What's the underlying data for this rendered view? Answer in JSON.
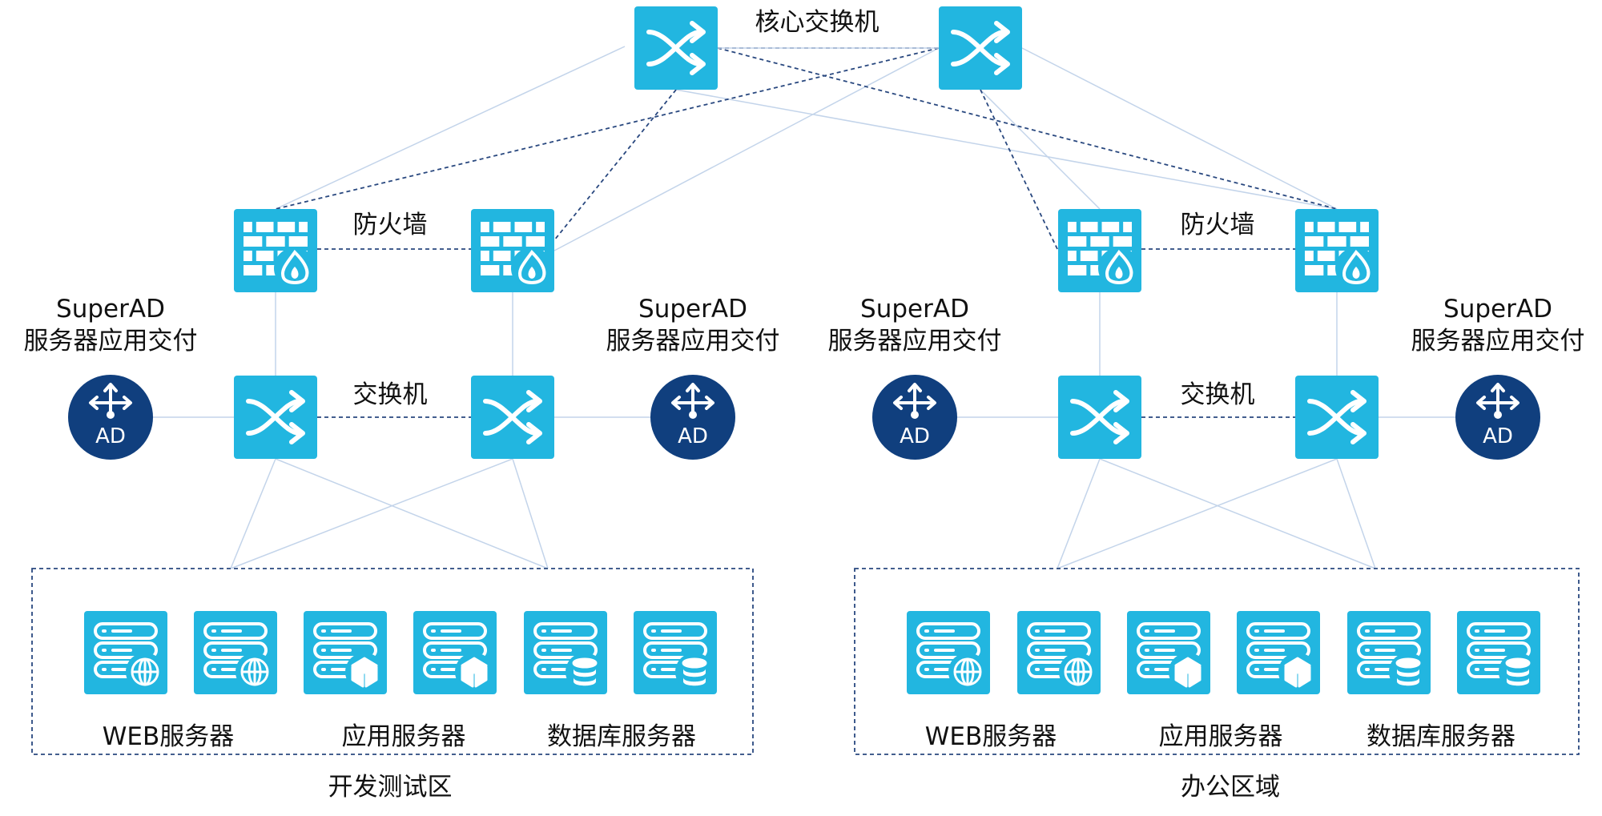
{
  "colors": {
    "device": "#22b6e0",
    "ad_node": "#103f7e",
    "solid_link": "#c3d4ea",
    "dashed_link": "#29487f",
    "zone_border": "#29487f"
  },
  "core": {
    "label": "核心交换机",
    "icon": "switch-icon"
  },
  "left": {
    "firewall_label": "防火墙",
    "switch_label": "交换机",
    "ad_left": {
      "line1": "SuperAD",
      "line2": "服务器应用交付",
      "badge": "AD"
    },
    "ad_right": {
      "line1": "SuperAD",
      "line2": "服务器应用交付",
      "badge": "AD"
    },
    "servers": [
      {
        "icon": "globe-icon"
      },
      {
        "icon": "globe-icon"
      },
      {
        "icon": "cube-icon"
      },
      {
        "icon": "cube-icon"
      },
      {
        "icon": "database-icon"
      },
      {
        "icon": "database-icon"
      }
    ],
    "group_labels": [
      "WEB服务器",
      "应用服务器",
      "数据库服务器"
    ],
    "zone_label": "开发测试区"
  },
  "right": {
    "firewall_label": "防火墙",
    "switch_label": "交换机",
    "ad_left": {
      "line1": "SuperAD",
      "line2": "服务器应用交付",
      "badge": "AD"
    },
    "ad_right": {
      "line1": "SuperAD",
      "line2": "服务器应用交付",
      "badge": "AD"
    },
    "servers": [
      {
        "icon": "globe-icon"
      },
      {
        "icon": "globe-icon"
      },
      {
        "icon": "cube-icon"
      },
      {
        "icon": "cube-icon"
      },
      {
        "icon": "database-icon"
      },
      {
        "icon": "database-icon"
      }
    ],
    "group_labels": [
      "WEB服务器",
      "应用服务器",
      "数据库服务器"
    ],
    "zone_label": "办公区域"
  }
}
